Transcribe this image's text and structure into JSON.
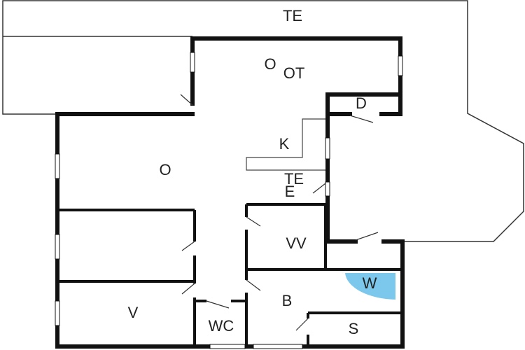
{
  "colors": {
    "wall": "#111111",
    "wardrobe": "#7cc8ec",
    "line": "#333333"
  },
  "rooms": [
    {
      "id": "te-top",
      "label": "TE"
    },
    {
      "id": "o-top",
      "label": "O"
    },
    {
      "id": "ot",
      "label": "OT"
    },
    {
      "id": "d",
      "label": "D"
    },
    {
      "id": "k",
      "label": "K"
    },
    {
      "id": "o-living",
      "label": "O"
    },
    {
      "id": "te-mid",
      "label": "TE"
    },
    {
      "id": "e",
      "label": "E"
    },
    {
      "id": "vv",
      "label": "VV"
    },
    {
      "id": "w",
      "label": "W"
    },
    {
      "id": "b",
      "label": "B"
    },
    {
      "id": "v",
      "label": "V"
    },
    {
      "id": "wc",
      "label": "WC"
    },
    {
      "id": "s",
      "label": "S"
    }
  ]
}
